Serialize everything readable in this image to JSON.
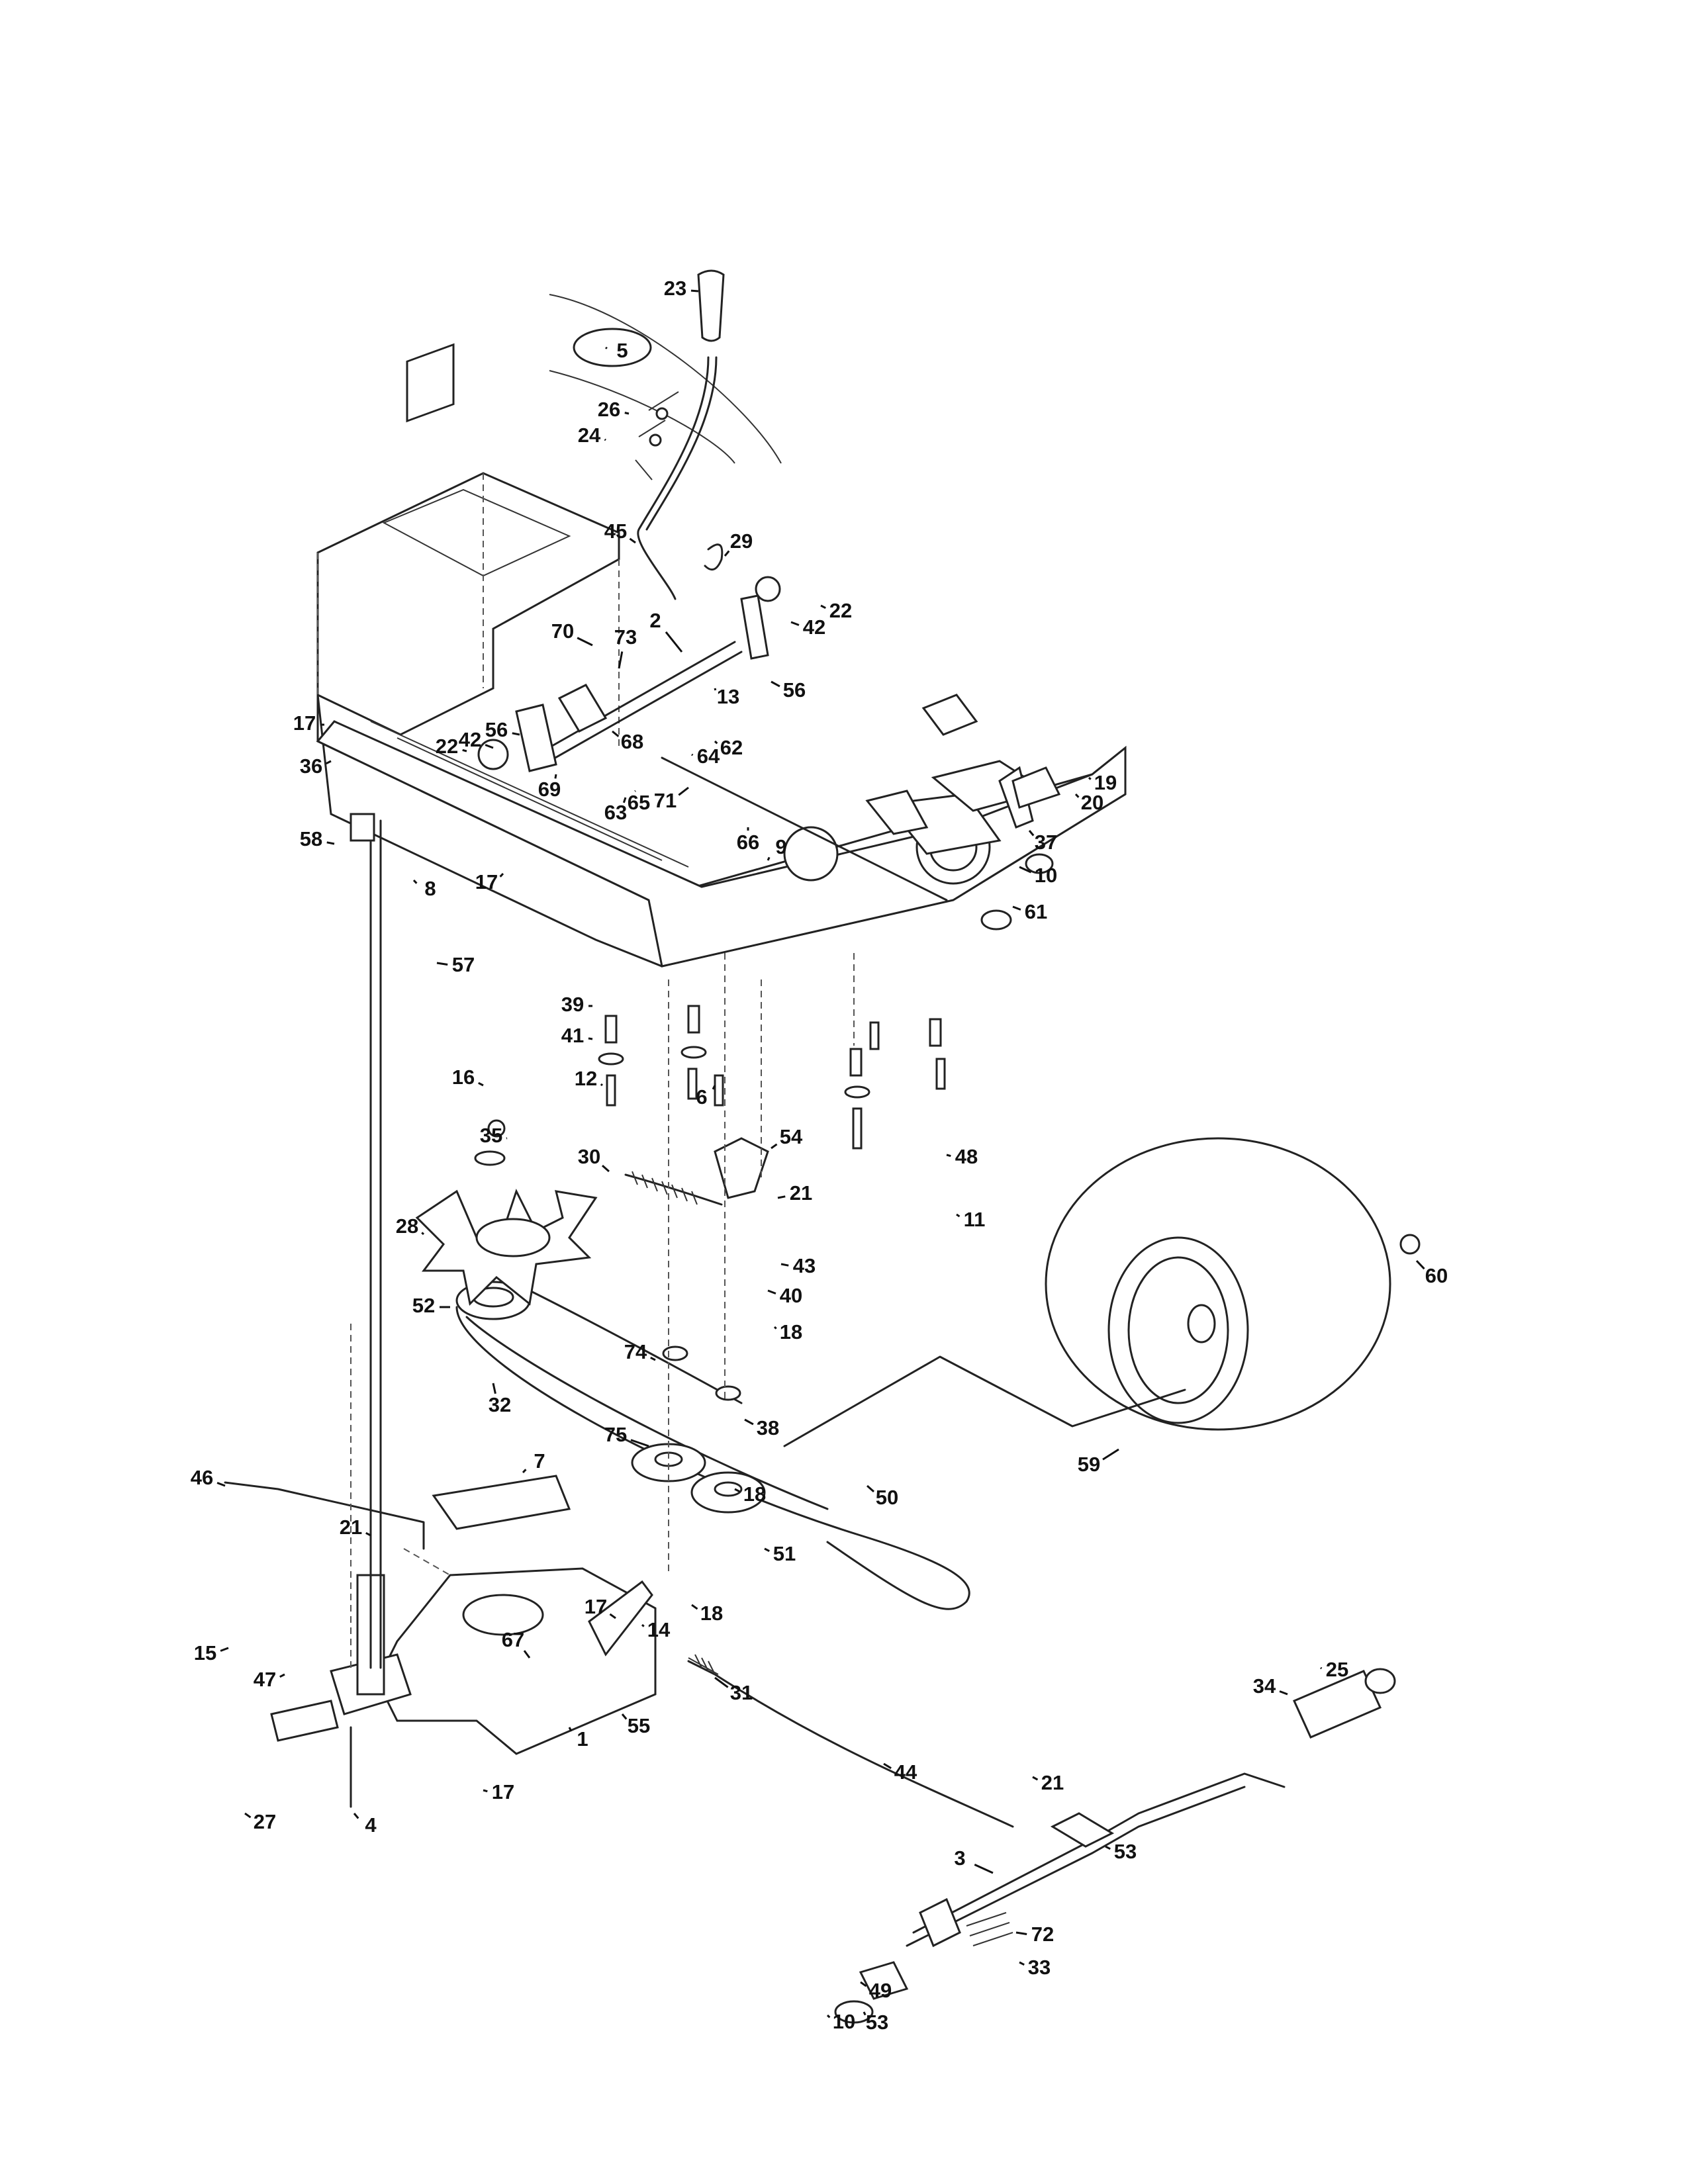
{
  "callouts": [
    "1",
    "2",
    "3",
    "4",
    "5",
    "6",
    "7",
    "8",
    "9",
    "10",
    "10",
    "11",
    "12",
    "13",
    "14",
    "15",
    "16",
    "17",
    "17",
    "17",
    "17",
    "18",
    "18",
    "18",
    "19",
    "20",
    "21",
    "21",
    "21",
    "22",
    "22",
    "23",
    "24",
    "25",
    "26",
    "27",
    "28",
    "29",
    "30",
    "31",
    "32",
    "33",
    "34",
    "35",
    "36",
    "37",
    "38",
    "39",
    "40",
    "41",
    "42",
    "42",
    "43",
    "44",
    "45",
    "46",
    "47",
    "48",
    "49",
    "50",
    "51",
    "52",
    "53",
    "53",
    "54",
    "55",
    "56",
    "56",
    "57",
    "58",
    "59",
    "60",
    "61",
    "62",
    "63",
    "64",
    "65",
    "66",
    "67",
    "68",
    "69",
    "70",
    "71",
    "72",
    "73",
    "74",
    "75"
  ]
}
